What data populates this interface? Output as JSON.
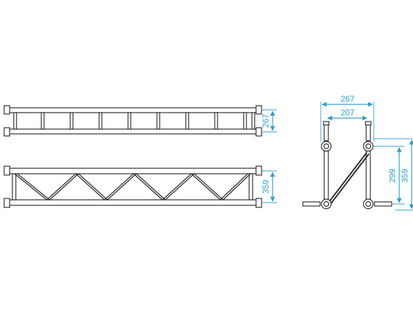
{
  "colors": {
    "structure": "#2b2b2b",
    "dimension": "#2e9fd0",
    "background": "#ffffff"
  },
  "views": {
    "top_view": {
      "dimension_height": "267"
    },
    "side_view": {
      "dimension_height": "359"
    },
    "section_view": {
      "outer_width": "267",
      "inner_width": "207",
      "inner_height": "299",
      "outer_height": "359"
    }
  }
}
